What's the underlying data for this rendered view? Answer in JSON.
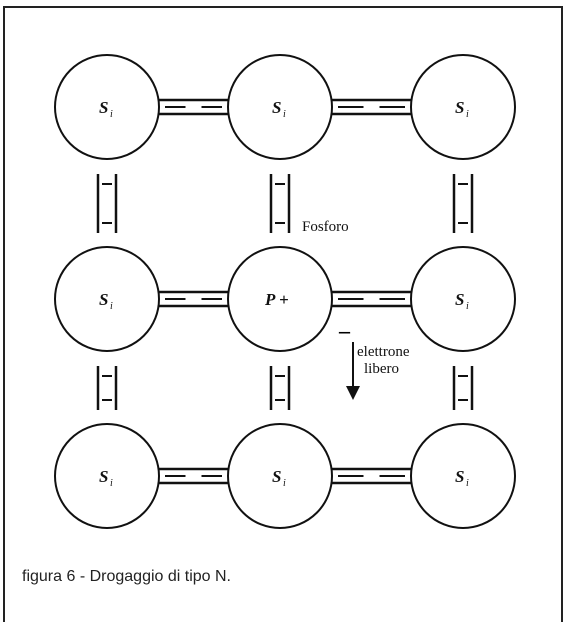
{
  "diagram": {
    "atoms": [
      {
        "symbol": "S",
        "subscript": "i"
      },
      {
        "symbol": "S",
        "subscript": "i"
      },
      {
        "symbol": "S",
        "subscript": "i"
      },
      {
        "symbol": "S",
        "subscript": "i"
      },
      {
        "symbol": "P +",
        "subscript": ""
      },
      {
        "symbol": "S",
        "subscript": "i"
      },
      {
        "symbol": "S",
        "subscript": "i"
      },
      {
        "symbol": "S",
        "subscript": "i"
      },
      {
        "symbol": "S",
        "subscript": "i"
      }
    ],
    "phosphorus_label": "Fosforo",
    "free_electron_label_line1": "elettrone",
    "free_electron_label_line2": "libero",
    "free_electron_sign": "–"
  },
  "caption": "figura 6 - Drogaggio di tipo N."
}
